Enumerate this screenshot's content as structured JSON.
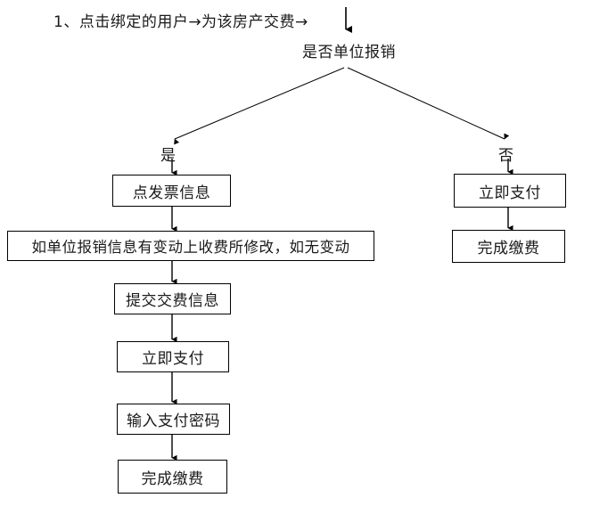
{
  "diagram": {
    "title_line": "1、点击绑定的用户→为该房产交费→",
    "decision": {
      "label": "是否单位报销",
      "branches": [
        {
          "label": "是",
          "side": "left"
        },
        {
          "label": "否",
          "side": "right"
        }
      ]
    },
    "left_branch_nodes": [
      {
        "id": "invoice",
        "label": "点发票信息"
      },
      {
        "id": "modify",
        "label": "如单位报销信息有变动上收费所修改，如无变动"
      },
      {
        "id": "submit",
        "label": "提交交费信息"
      },
      {
        "id": "pay",
        "label": "立即支付"
      },
      {
        "id": "password",
        "label": "输入支付密码"
      },
      {
        "id": "finish",
        "label": "完成缴费"
      }
    ],
    "right_branch_nodes": [
      {
        "id": "pay",
        "label": "立即支付"
      },
      {
        "id": "finish",
        "label": "完成缴费"
      }
    ],
    "colors": {
      "background": "#ffffff",
      "stroke": "#000000",
      "text": "#1a1a1a"
    }
  }
}
